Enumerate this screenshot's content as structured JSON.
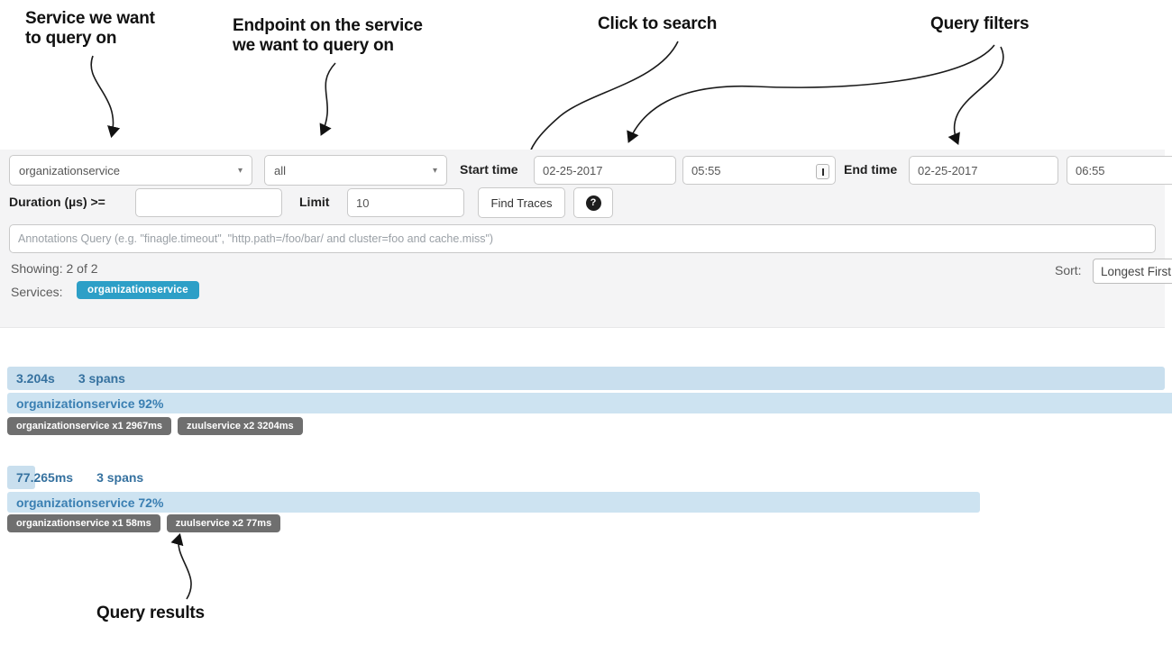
{
  "annotations": {
    "service_callout": "Service we want\nto query on",
    "endpoint_callout": "Endpoint on the service\nwe want to query on",
    "search_callout": "Click to search",
    "filters_callout": "Query filters",
    "results_callout": "Query results"
  },
  "toolbar": {
    "service_dropdown_value": "organizationservice",
    "endpoint_dropdown_value": "all",
    "start_time_label": "Start time",
    "start_date_value": "02-25-2017",
    "start_clock_value": "05:55",
    "end_time_label": "End time",
    "end_date_value": "02-25-2017",
    "end_clock_value": "06:55",
    "duration_label": "Duration (µs) >=",
    "duration_value": "",
    "limit_label": "Limit",
    "limit_value": "10",
    "find_traces_label": "Find Traces",
    "help_glyph": "?",
    "annotations_placeholder": "Annotations Query (e.g. \"finagle.timeout\", \"http.path=/foo/bar/ and cluster=foo and cache.miss\")"
  },
  "results_header": {
    "showing": "Showing: 2 of 2",
    "services_label": "Services:",
    "service_badge": "organizationservice",
    "sort_label": "Sort:",
    "sort_value": "Longest First"
  },
  "traces": [
    {
      "duration": "3.204s",
      "spans": "3 spans",
      "mini_pct": 100,
      "bar_label": "organizationservice 92%",
      "bar_pct": 100,
      "tags": [
        "organizationservice x1 2967ms",
        "zuulservice x2 3204ms"
      ]
    },
    {
      "duration": "77.265ms",
      "spans": "3 spans",
      "mini_pct": 2.4,
      "bar_label": "organizationservice 72%",
      "bar_pct": 83,
      "tags": [
        "organizationservice x1 58ms",
        "zuulservice x2 77ms"
      ]
    }
  ],
  "colors": {
    "panel_bg": "#f4f4f5",
    "badge_blue": "#2d9fc7",
    "trace_header_bar": "#c9dfee",
    "trace_service_bar": "#cde3f1",
    "trace_text_blue": "#35719f",
    "tag_gray": "#6f6f6f",
    "annotation_ink": "#111111"
  }
}
